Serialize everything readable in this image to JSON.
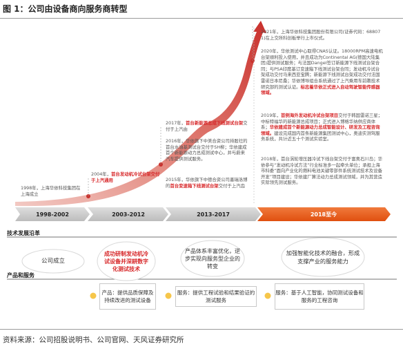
{
  "title": "图 1：公司由设备商向服务商转型",
  "source": "资料来源：公司招股说明书、公司官网、天风证券研究所",
  "eras": [
    "1998-2002",
    "2003-2012",
    "2013-2017",
    "2018至今"
  ],
  "notes": {
    "n1998": "1998年，上海华依科技集团在上海成立",
    "n2004_pre": "2004年，",
    "n2004_hl": "首台发动机冷试台架交付于上汽通用",
    "n2017_pre": "2017年，",
    "n2017_hl": "首台新能源总成下线测试台架",
    "n2017_post": "交付于上汽由",
    "n2016": "2016年，华依旗下中美合资公司持股社的首台水油基测试台交付于SH柳；华依建成首个新能源动力总成测试中心，并与蔚来汽车提供测试服务。",
    "n2015_pre": "2015年，华依旗下中德合资公司墨瑞洛博的",
    "n2015_hl": "首台变速箱下线测试台架",
    "n2015_post": "交付于上汽齿",
    "n2021": "2021年，上海华依科技集团股份有限公司(证券代码：688071)在上交所科创板举行上市仪式。",
    "n2020_pre": "2020年，华依测试中心取得CNAS认证。18000RPM高速电机台架顺利投入使用，并且成功为Continental AG(德国大陆集团)提供测试服务；与法国Dangel签订新能源下线测试台架合同；与PSA印度基订变速箱下线测试台架合同；发动机冷试台架成功交付马来西亚宝腾；新能源下线测试台架成功交付法国雷诺日本尼桑；华依博导组合系统通过了上汽乘用车前瞻技术研究部的测试认证。",
    "n2020_hl": "标志着华依正式进入自动驾驶智能传感器领域。",
    "n2019_pre": "2019年，",
    "n2019_hl1": "首例海外发动机冷试台架项目",
    "n2019_mid": "交付于韩国雷诺三星；中标特福华的新能源总成项目；正式进入博格华纳供应商体系；",
    "n2019_hl2": "华依建成首个新能源动力总成智能设计、研发及工程咨询领域。",
    "n2019_post": "建设完成国内首条新能源集团测试中心，奥迪实测驾服务系统，共计近五十个测试实验室。",
    "n2018": "2018年，首台涡轮增压器冷试下线台架交付于富奥石川岛；华依参与“发动机冷试方法”行业标准多一起牵头单位；承担上海市科委“面向产业化的燃料电池关键零部件系统测试技术及设备开发”项目建设；华依建厂算法动力总成测试领域，并为其营造实际领先测试服务。"
  },
  "sections": {
    "tech": "技术发展沿革",
    "product": "产品和服务"
  },
  "tech_bubbles": [
    "公司成立",
    "成功研制发动机冷试设备并深耕数字化测试技术",
    "产品体系丰富优化，逆步实现向服务型企业的转变",
    "加强智能化技术的融合，形成支撑产业的服务能力"
  ],
  "products": [
    "产品：提供品质保障及持续改进的测试设备",
    "服务：提供工程试验和结果验证的测试服务",
    "服务：基于人工智能，协同测试设备和服务的工程咨询"
  ],
  "colors": {
    "accent_red": "#d7282a",
    "arrow_red": "#c9302c",
    "bar_gray": "#c8c8c8",
    "bar_orange": "#e65b17",
    "dot_yellow": "#f6c64a"
  }
}
